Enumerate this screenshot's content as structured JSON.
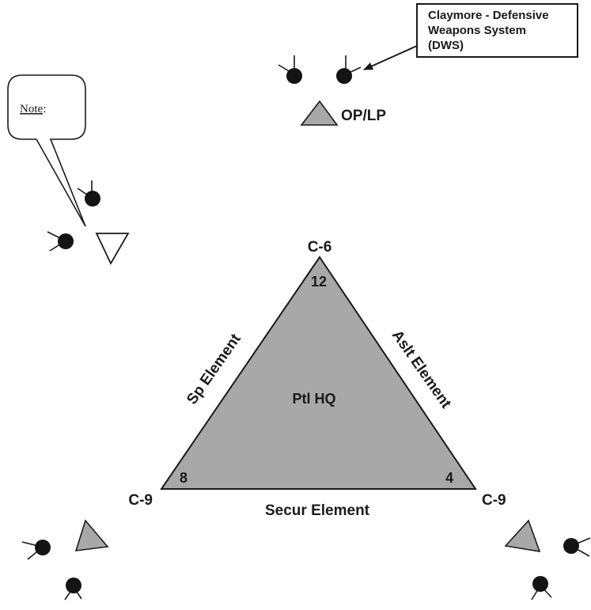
{
  "callout": {
    "line1": "Claymore - Defensive",
    "line2": "Weapons System",
    "line3": "(DWS)"
  },
  "note": {
    "label": "Note",
    "suffix": ":"
  },
  "oplp_label": "OP/LP",
  "triangle": {
    "apex_label": "C-6",
    "left_label": "C-9",
    "right_label": "C-9",
    "apex_clock": "12",
    "left_clock": "8",
    "right_clock": "4",
    "center_label": "Ptl HQ",
    "left_side_label": "Sp Element",
    "right_side_label": "Aslt Element",
    "bottom_side_label": "Secur Element"
  },
  "colors": {
    "triangle_fill": "#a8a8a8",
    "outline": "#1a1a1a",
    "mine": "#141414"
  }
}
